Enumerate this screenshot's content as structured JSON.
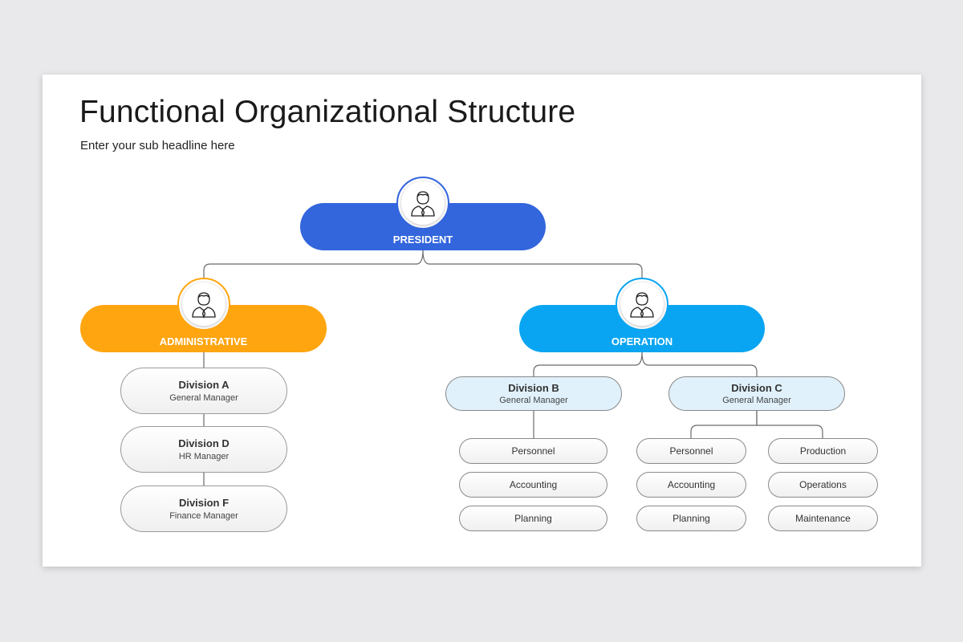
{
  "header": {
    "title": "Functional Organizational Structure",
    "subtitle": "Enter your sub headline here"
  },
  "colors": {
    "president": "#3366dd",
    "administrative": "#ffa510",
    "operation": "#0aa5f2",
    "sub_division_fill": "#e0f1fb"
  },
  "icons": {
    "avatar": "person-with-tie-icon"
  },
  "president": {
    "label": "PRESIDENT"
  },
  "administrative": {
    "label": "ADMINISTRATIVE",
    "divisions": [
      {
        "name": "Division A",
        "role": "General Manager"
      },
      {
        "name": "Division D",
        "role": "HR Manager"
      },
      {
        "name": "Division F",
        "role": "Finance Manager"
      }
    ]
  },
  "operation": {
    "label": "OPERATION",
    "division_b": {
      "name": "Division B",
      "role": "General Manager",
      "units": [
        "Personnel",
        "Accounting",
        "Planning"
      ]
    },
    "division_c": {
      "name": "Division C",
      "role": "General Manager",
      "units_left": [
        "Personnel",
        "Accounting",
        "Planning"
      ],
      "units_right": [
        "Production",
        "Operations",
        "Maintenance"
      ]
    }
  }
}
